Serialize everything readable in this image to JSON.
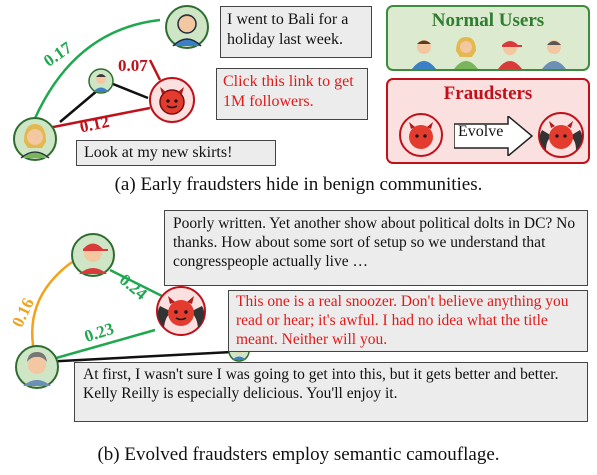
{
  "part_a": {
    "bubbles": {
      "bali": "I went to Bali for a holiday last week.",
      "link": "Click this link to get 1M followers.",
      "skirts": "Look at my new skirts!"
    },
    "edges": {
      "green_top": "0.17",
      "red_mid": "0.07",
      "red_low": "0.12"
    },
    "legend": {
      "normal_users": "Normal Users",
      "fraudsters": "Fraudsters",
      "evolve": "Evolve"
    },
    "caption": "(a) Early fraudsters hide in benign communities."
  },
  "part_b": {
    "bubbles": {
      "top": "Poorly written. Yet another show about political dolts in DC? No thanks. How about some sort of setup so we understand that congresspeople actually live …",
      "fraud": "This one is a real snoozer. Don't believe anything you read or hear; it's awful. I had no idea what the title meant. Neither will you.",
      "bottom": "At first, I wasn't sure I was going to get into this, but it gets better and better. Kelly Reilly is especially delicious. You'll enjoy it."
    },
    "edges": {
      "orange": "0.16",
      "green_upper": "0.24",
      "green_lower": "0.23"
    },
    "caption": "(b) Evolved fraudsters employ semantic camouflage."
  },
  "colors": {
    "green": "#1fa84f",
    "red": "#c0111b",
    "orange": "#f2a31b",
    "normal_fill": "#dcebd0",
    "normal_border": "#3d8b3d",
    "fraud_fill": "#fbe0e0",
    "fraud_border": "#c0111b"
  }
}
